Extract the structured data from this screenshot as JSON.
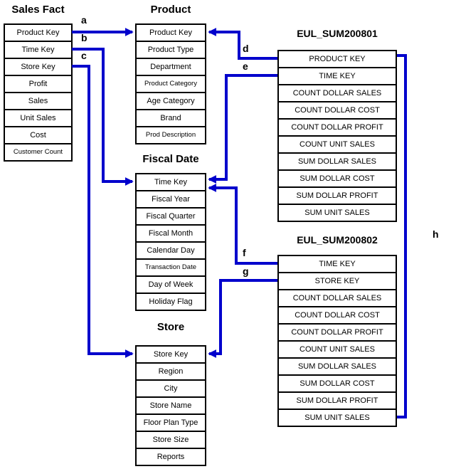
{
  "diagram": {
    "colors": {
      "arrow": "#0000CC",
      "border": "#000000",
      "background": "#FFFFFF",
      "text": "#000000"
    },
    "tables": {
      "sales_fact": {
        "title": "Sales Fact",
        "rows": [
          "Product Key",
          "Time Key",
          "Store Key",
          "Profit",
          "Sales",
          "Unit Sales",
          "Cost",
          "Customer Count"
        ]
      },
      "product": {
        "title": "Product",
        "rows": [
          "Product Key",
          "Product Type",
          "Department",
          "Product Category",
          "Age Category",
          "Brand",
          "Prod Description"
        ]
      },
      "eul_sum200801": {
        "title": "EUL_SUM200801",
        "rows": [
          "PRODUCT KEY",
          "TIME KEY",
          "COUNT DOLLAR SALES",
          "COUNT DOLLAR COST",
          "COUNT DOLLAR PROFIT",
          "COUNT UNIT SALES",
          "SUM DOLLAR SALES",
          "SUM DOLLAR COST",
          "SUM DOLLAR PROFIT",
          "SUM UNIT SALES"
        ]
      },
      "fiscal_date": {
        "title": "Fiscal Date",
        "rows": [
          "Time Key",
          "Fiscal Year",
          "Fiscal Quarter",
          "Fiscal Month",
          "Calendar Day",
          "Transaction Date",
          "Day of Week",
          "Holiday Flag"
        ]
      },
      "eul_sum200802": {
        "title": "EUL_SUM200802",
        "rows": [
          "TIME KEY",
          "STORE KEY",
          "COUNT DOLLAR SALES",
          "COUNT DOLLAR COST",
          "COUNT DOLLAR PROFIT",
          "COUNT UNIT SALES",
          "SUM DOLLAR SALES",
          "SUM DOLLAR COST",
          "SUM DOLLAR PROFIT",
          "SUM UNIT SALES"
        ]
      },
      "store": {
        "title": "Store",
        "rows": [
          "Store Key",
          "Region",
          "City",
          "Store Name",
          "Floor Plan Type",
          "Store Size",
          "Reports"
        ]
      }
    },
    "connections": [
      {
        "label": "a",
        "from": "Sales Fact.Product Key",
        "to": "Product.Product Key"
      },
      {
        "label": "b",
        "from": "Sales Fact.Time Key",
        "to": "Fiscal Date.Time Key"
      },
      {
        "label": "c",
        "from": "Sales Fact.Store Key",
        "to": "Store.Store Key"
      },
      {
        "label": "d",
        "from": "EUL_SUM200801.PRODUCT KEY",
        "to": "Product.Product Key"
      },
      {
        "label": "e",
        "from": "EUL_SUM200801.TIME KEY",
        "to": "Fiscal Date.Time Key"
      },
      {
        "label": "f",
        "from": "EUL_SUM200802.TIME KEY",
        "to": "Fiscal Date.Time Key"
      },
      {
        "label": "g",
        "from": "EUL_SUM200802.STORE KEY",
        "to": "Store.Store Key"
      },
      {
        "label": "h",
        "from": "EUL_SUM200801",
        "to": "EUL_SUM200802"
      }
    ]
  }
}
